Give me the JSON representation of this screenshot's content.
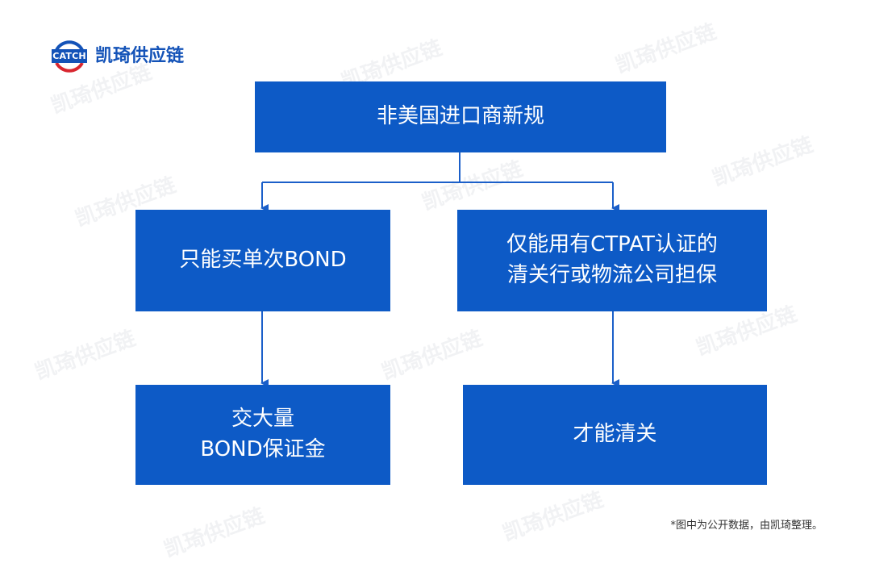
{
  "logo": {
    "mark_text": "CATCH",
    "name": "凯琦供应链"
  },
  "watermark": {
    "text": "凯琦供应链"
  },
  "boxes": {
    "root": {
      "lines": [
        "非美国进口商新规"
      ]
    },
    "left1": {
      "lines": [
        "只能买单次BOND"
      ]
    },
    "right1": {
      "lines": [
        "仅能用有CTPAT认证的",
        "清关行或物流公司担保"
      ]
    },
    "left2": {
      "lines": [
        "交大量",
        "BOND保证金"
      ]
    },
    "right2": {
      "lines": [
        "才能清关"
      ]
    }
  },
  "footnote": "*图中为公开数据，由凯琦整理。",
  "colors": {
    "box_fill": "#0d5ac6",
    "connector": "#1b5fc9",
    "logo_blue": "#1453b8",
    "logo_red": "#d8262f"
  }
}
